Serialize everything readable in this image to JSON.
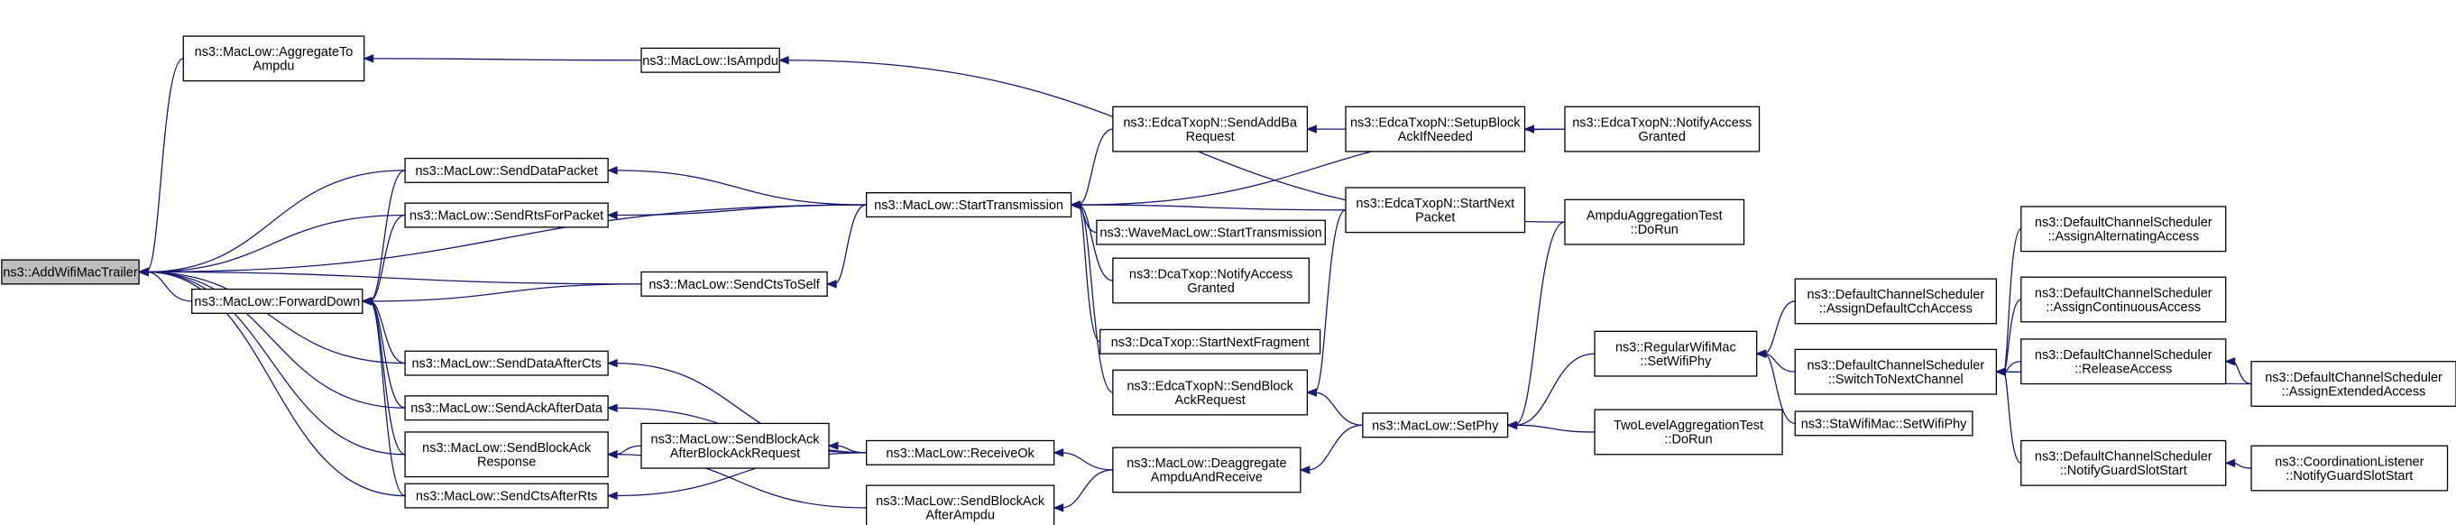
{
  "colors": {
    "edge": "#191970",
    "node_fill": "#ffffff",
    "root_fill": "#bfbfbf",
    "border": "#000000"
  },
  "nodes": {
    "addwifi": [
      "ns3::AddWifiMacTrailer"
    ],
    "aggrampdu": [
      "ns3::MacLow::AggregateTo",
      "Ampdu"
    ],
    "isampdu": [
      "ns3::MacLow::IsAmpdu"
    ],
    "senddatapkt": [
      "ns3::MacLow::SendDataPacket"
    ],
    "sendrts": [
      "ns3::MacLow::SendRtsForPacket"
    ],
    "forwarddown": [
      "ns3::MacLow::ForwardDown"
    ],
    "sendcts": [
      "ns3::MacLow::SendCtsToSelf"
    ],
    "senddataaftercts": [
      "ns3::MacLow::SendDataAfterCts"
    ],
    "sendackafterdata": [
      "ns3::MacLow::SendAckAfterData"
    ],
    "sendbarsp": [
      "ns3::MacLow::SendBlockAck",
      "Response"
    ],
    "sendctsafterrts": [
      "ns3::MacLow::SendCtsAfterRts"
    ],
    "starttx": [
      "ns3::MacLow::StartTransmission"
    ],
    "sendbaafterbar": [
      "ns3::MacLow::SendBlockAck",
      "AfterBlockAckRequest"
    ],
    "receiveok": [
      "ns3::MacLow::ReceiveOk"
    ],
    "sendbaafterampdu": [
      "ns3::MacLow::SendBlockAck",
      "AfterAmpdu"
    ],
    "sendaddba": [
      "ns3::EdcaTxopN::SendAddBa",
      "Request"
    ],
    "wavestart": [
      "ns3::WaveMacLow::StartTransmission"
    ],
    "dcanotify": [
      "ns3::DcaTxop::NotifyAccess",
      "Granted"
    ],
    "dcanextfrag": [
      "ns3::DcaTxop::StartNextFragment"
    ],
    "edcasendbar": [
      "ns3::EdcaTxopN::SendBlock",
      "AckRequest"
    ],
    "deaggregate": [
      "ns3::MacLow::Deaggregate",
      "AmpduAndReceive"
    ],
    "setupblockack": [
      "ns3::EdcaTxopN::SetupBlock",
      "AckIfNeeded"
    ],
    "startnextpkt": [
      "ns3::EdcaTxopN::StartNext",
      "Packet"
    ],
    "setphy": [
      "ns3::MacLow::SetPhy"
    ],
    "edcanotify": [
      "ns3::EdcaTxopN::NotifyAccess",
      "Granted"
    ],
    "ampdutest": [
      "AmpduAggregationTest",
      "::DoRun"
    ],
    "regwifiphy": [
      "ns3::RegularWifiMac",
      "::SetWifiPhy"
    ],
    "twolevel": [
      "TwoLevelAggregationTest",
      "::DoRun"
    ],
    "assigncch": [
      "ns3::DefaultChannelScheduler",
      "::AssignDefaultCchAccess"
    ],
    "switchnext": [
      "ns3::DefaultChannelScheduler",
      "::SwitchToNextChannel"
    ],
    "stawifiphy": [
      "ns3::StaWifiMac::SetWifiPhy"
    ],
    "assignalt": [
      "ns3::DefaultChannelScheduler",
      "::AssignAlternatingAccess"
    ],
    "assigncont": [
      "ns3::DefaultChannelScheduler",
      "::AssignContinuousAccess"
    ],
    "release": [
      "ns3::DefaultChannelScheduler",
      "::ReleaseAccess"
    ],
    "notifyguard": [
      "ns3::DefaultChannelScheduler",
      "::NotifyGuardSlotStart"
    ],
    "assignext": [
      "ns3::DefaultChannelScheduler",
      "::AssignExtendedAccess"
    ],
    "coordnotify": [
      "ns3::CoordinationListener",
      "::NotifyGuardSlotStart"
    ]
  }
}
